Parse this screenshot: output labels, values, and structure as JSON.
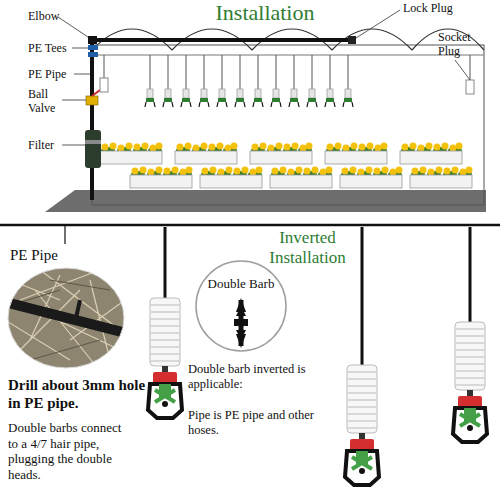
{
  "diagram": {
    "title": "Installation",
    "nodes": [
      {
        "text": [
          "Double Barb"
        ]
      }
    ],
    "labels": [
      "Elbow",
      "PE Tees",
      "PE Pipe",
      "Ball Valve",
      "Filter",
      "Lock Plug",
      "Socket Plug",
      "Inverted Installation",
      "PE Pipe",
      "Drill about 3mm hole in PE pipe.",
      "Double barbs connect to a 4/7 hair pipe, plugging the double heads.",
      "Double barb inverted is applicable:",
      "Pipe is PE pipe and other hoses."
    ]
  }
}
